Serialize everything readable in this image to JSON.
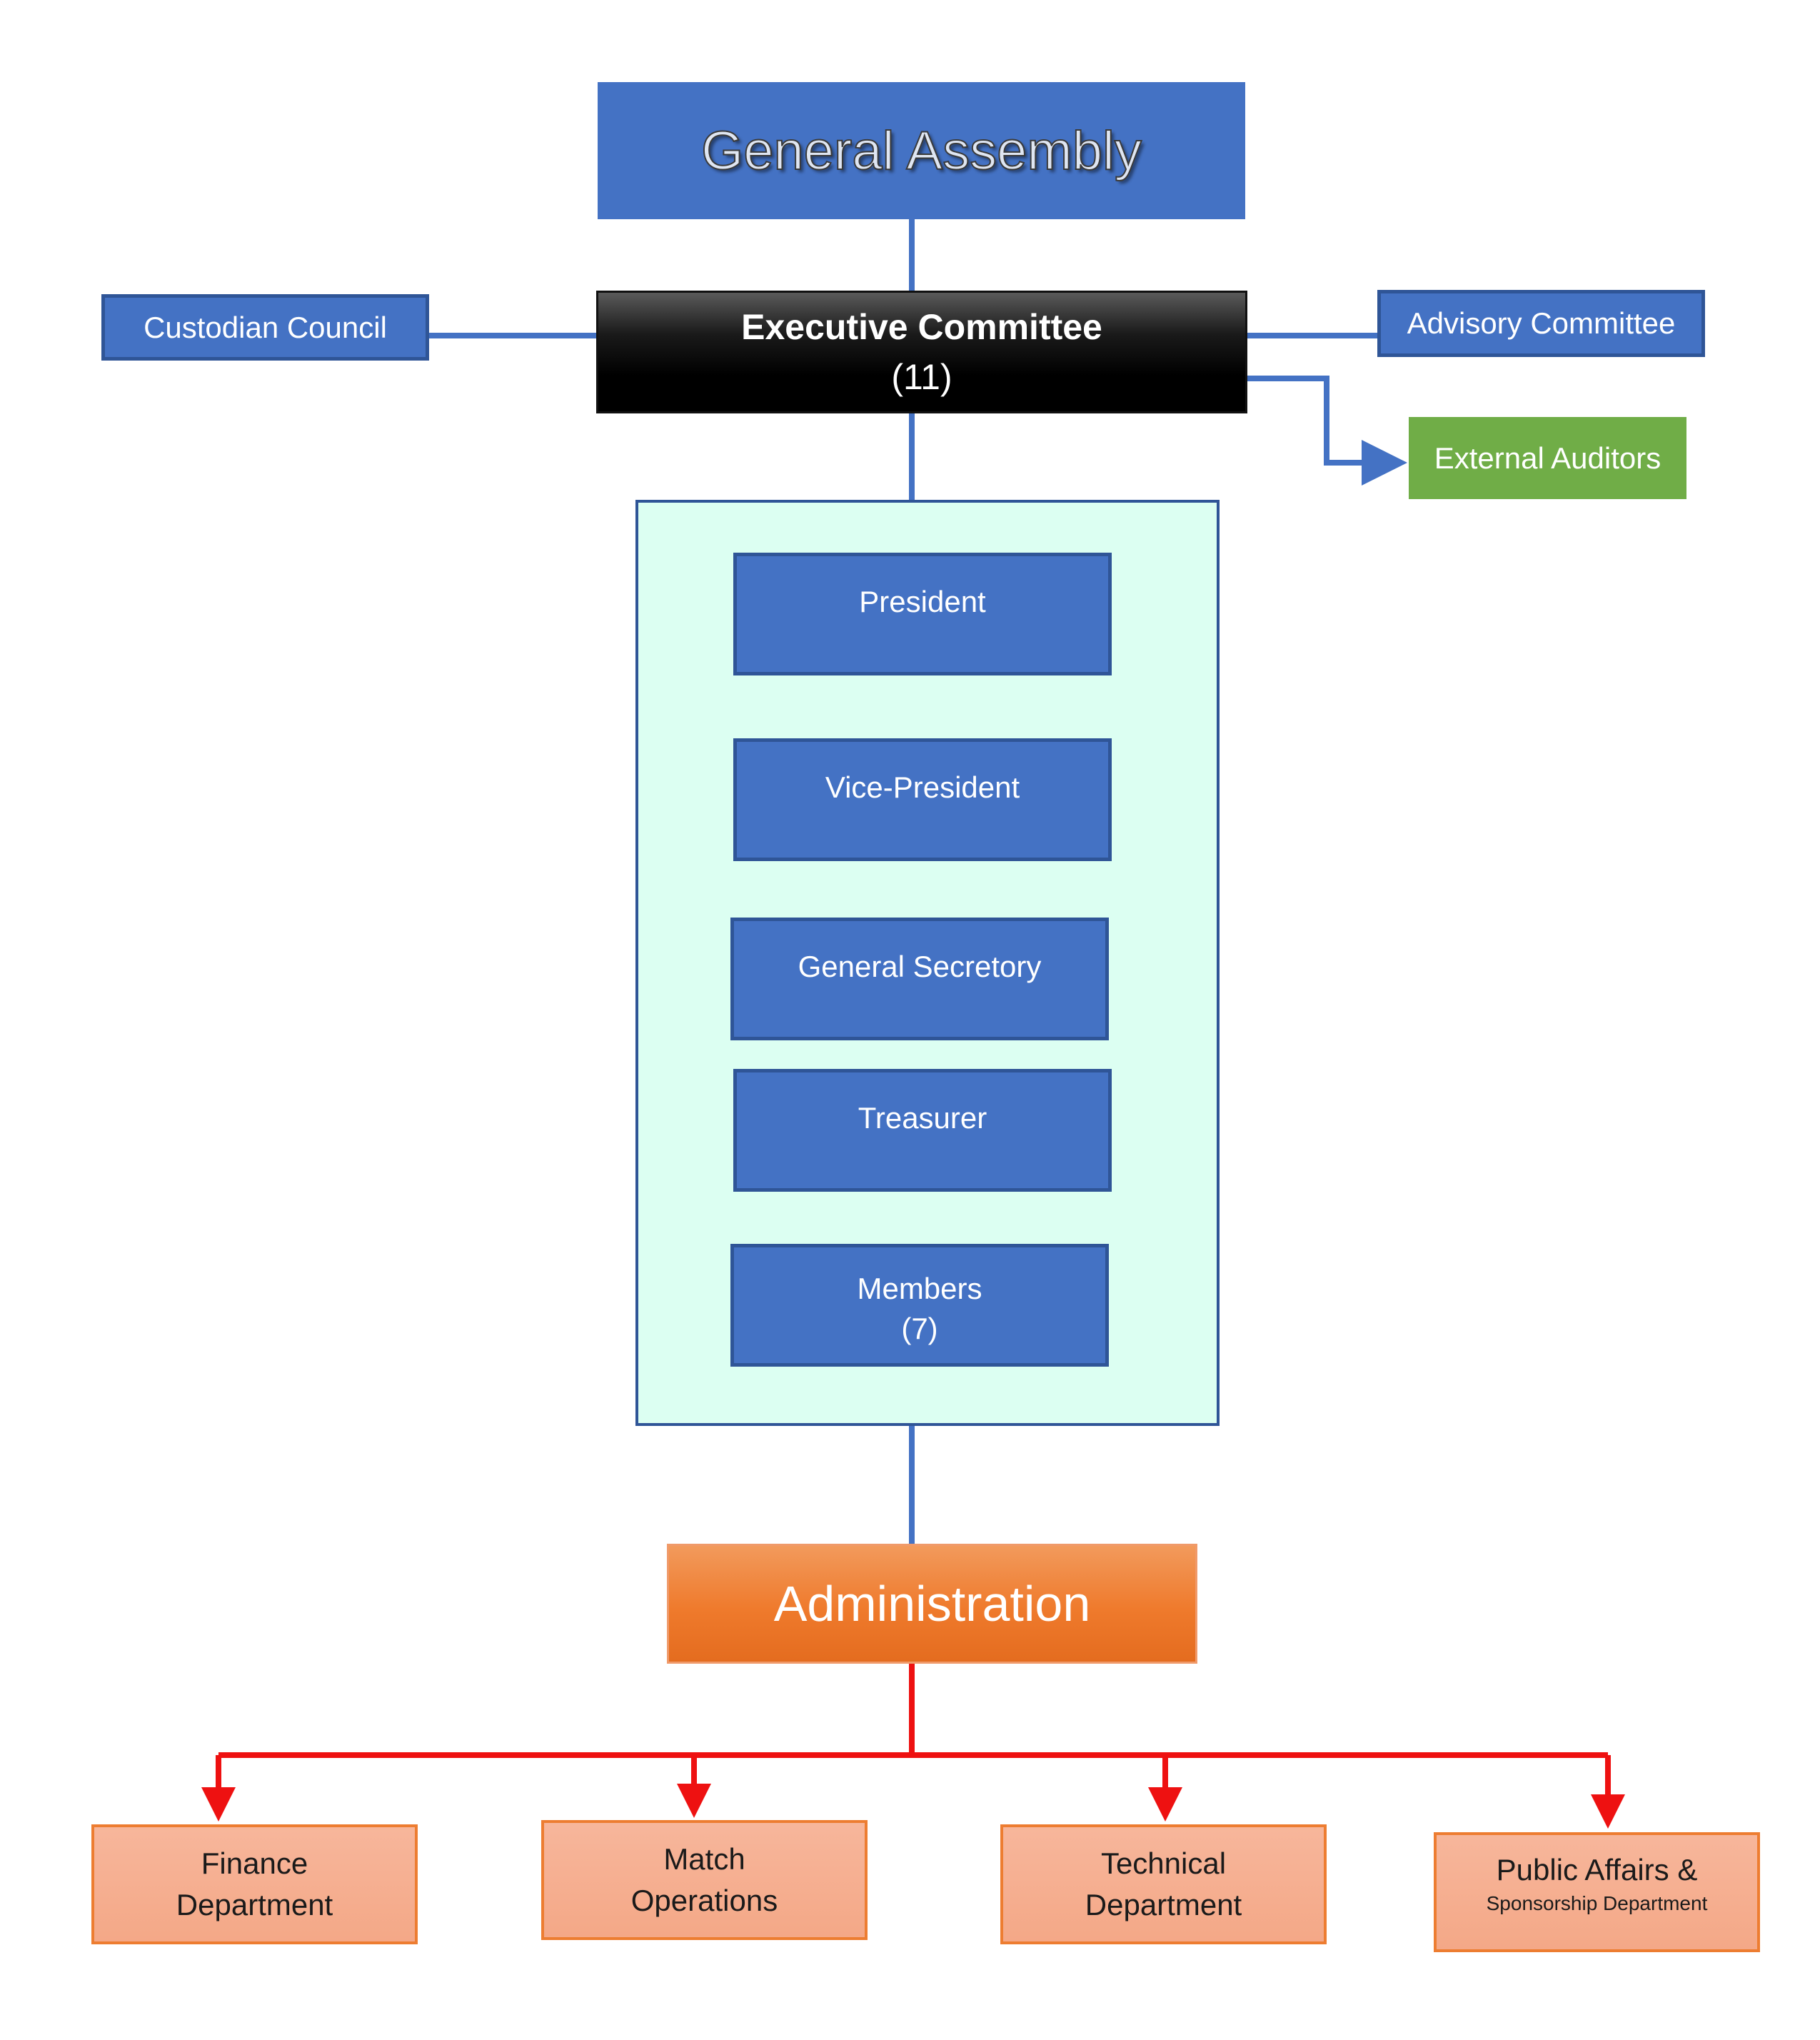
{
  "general_assembly": {
    "label": "General Assembly"
  },
  "executive_committee": {
    "label": "Executive Committee",
    "count": "(11)"
  },
  "custodian_council": {
    "label": "Custodian Council"
  },
  "advisory_committee": {
    "label": "Advisory Committee"
  },
  "external_auditors": {
    "label": "External Auditors"
  },
  "officers": [
    {
      "label": "President"
    },
    {
      "label": "Vice-President"
    },
    {
      "label": "General Secretory"
    },
    {
      "label": "Treasurer"
    },
    {
      "label": "Members",
      "count": "(7)"
    }
  ],
  "administration": {
    "label": "Administration"
  },
  "departments": [
    {
      "line1": "Finance",
      "line2": "Department"
    },
    {
      "line1": "Match",
      "line2": "Operations"
    },
    {
      "line1": "Technical",
      "line2": "Department"
    },
    {
      "line1": "Public Affairs &",
      "line2": "Sponsorship Department"
    }
  ],
  "colors": {
    "primary_blue": "#4472c4",
    "executive_black": "#000000",
    "auditors_green": "#70ad47",
    "officers_panel": "#dcfff2",
    "administration_orange": "#ed7d31",
    "department_salmon": "#f4a887",
    "connector_red": "#ee1111"
  }
}
